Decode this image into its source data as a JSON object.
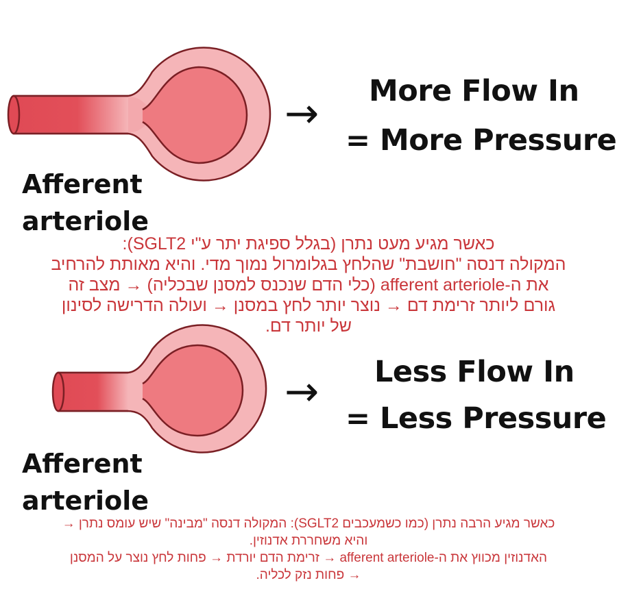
{
  "top": {
    "heading_line1": "More Flow In",
    "heading_line2": "= More Pressure",
    "label_line1": "Afferent",
    "label_line2": "arteriole",
    "arrow": "→"
  },
  "middle_text": {
    "lines": [
      "כאשר מגיע מעט נתרן (בגלל ספיגת יתר ע\"י SGLT2):",
      "המקולה דנסה \"חושבת\" שהלחץ בגלומרול נמוך מדי. והיא מאותת להרחיב",
      "את ה-afferent arteriole (כלי הדם שנכנס למסנן שבכליה) → מצב זה",
      "גורם ליותר זרימת דם → נוצר יותר לחץ במסנן → ועולה הדרישה לסינון",
      "של יותר דם."
    ]
  },
  "bottom": {
    "heading_line1": "Less Flow In",
    "heading_line2": "= Less Pressure",
    "label_line1": "Afferent",
    "label_line2": "arteriole",
    "arrow": "→"
  },
  "bottom_text": {
    "lines": [
      "כאשר מגיע הרבה נתרן (כמו כשמעכבים SGLT2): המקולה דנסה \"מבינה\" שיש עומס נתרן →",
      "והיא משחררת אדנוזין.",
      "האדנוזין מכווץ את ה-afferent arteriole → זרימת הדם יורדת → פחות לחץ נוצר על המסנן",
      "→ פחות נזק לכליה."
    ]
  },
  "colors": {
    "text_red": "#c9363a",
    "vessel_dark": "#e04a55",
    "vessel_light": "#f5b5b8",
    "outline": "#7a1f24"
  }
}
